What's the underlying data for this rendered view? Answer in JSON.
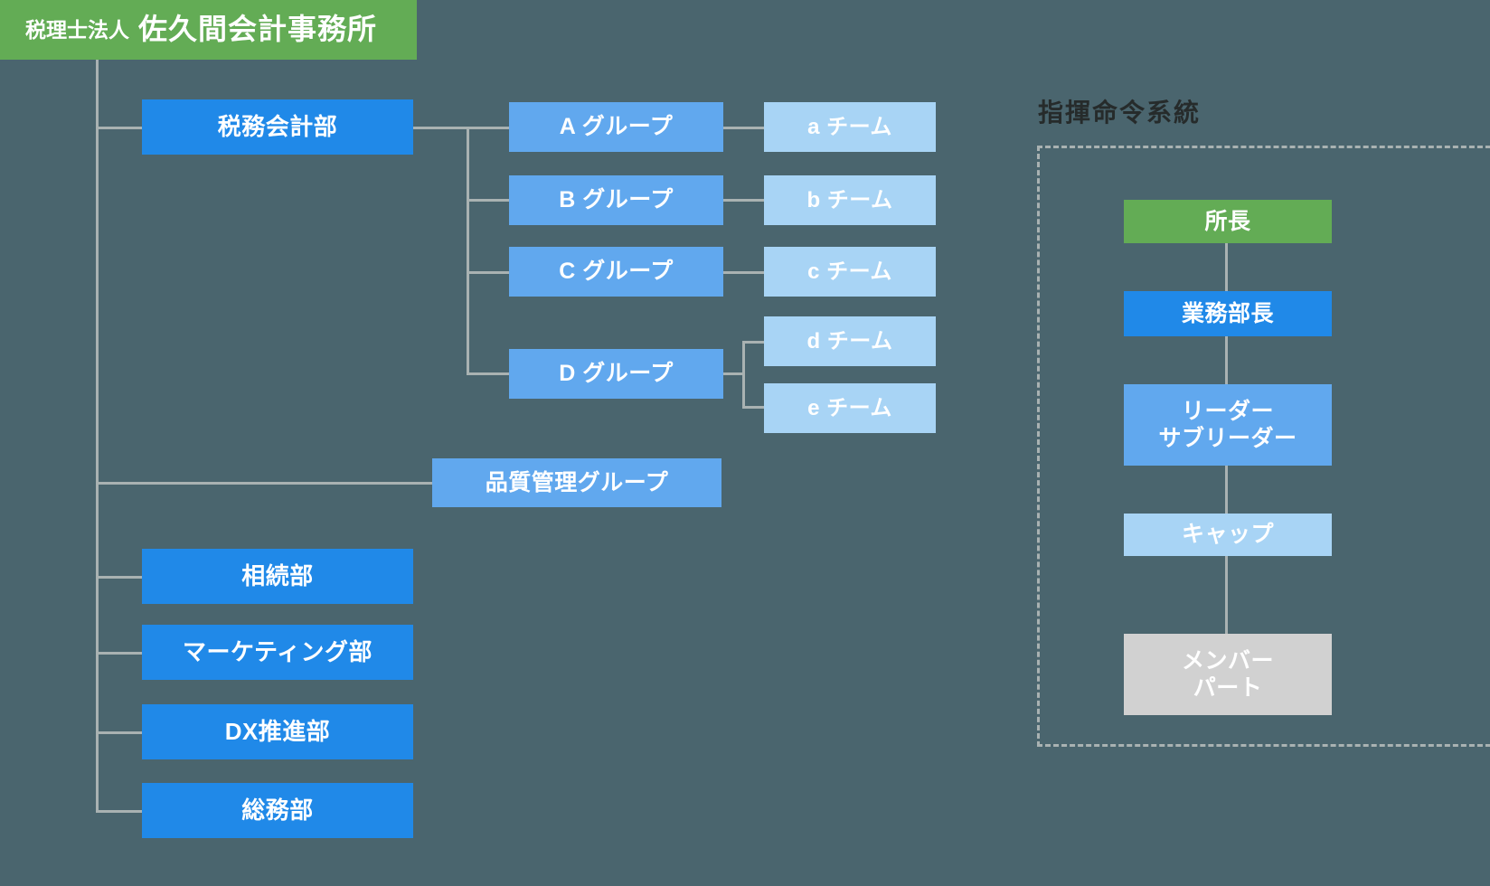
{
  "background_color": "#4a656e",
  "palette": {
    "green": "#63ac55",
    "blue": "#2089e8",
    "mid_blue": "#61a8ee",
    "light_blue": "#a8d4f5",
    "gray": "#d1d1d1",
    "line": "#a9b2b2",
    "title_text": "#262b2b"
  },
  "header": {
    "prefix": "税理士法人",
    "name": "佐久間会計事務所"
  },
  "departments": [
    {
      "label": "税務会計部"
    },
    {
      "label": "相続部"
    },
    {
      "label": "マーケティング部"
    },
    {
      "label": "DX推進部"
    },
    {
      "label": "総務部"
    }
  ],
  "quality_group": {
    "label": "品質管理グループ"
  },
  "groups": [
    {
      "label": "A グループ"
    },
    {
      "label": "B グループ"
    },
    {
      "label": "C グループ"
    },
    {
      "label": "D グループ"
    }
  ],
  "teams": [
    {
      "label": "a チーム"
    },
    {
      "label": "b チーム"
    },
    {
      "label": "c チーム"
    },
    {
      "label": "d チーム"
    },
    {
      "label": "e チーム"
    }
  ],
  "command_chain": {
    "title": "指揮命令系統",
    "levels": [
      {
        "label": "所長",
        "color_role": "green"
      },
      {
        "label": "業務部長",
        "color_role": "blue"
      },
      {
        "label": "リーダー\nサブリーダー",
        "color_role": "mid_blue"
      },
      {
        "label": "キャップ",
        "color_role": "light_blue"
      },
      {
        "label": "メンバー\nパート",
        "color_role": "gray"
      }
    ]
  }
}
